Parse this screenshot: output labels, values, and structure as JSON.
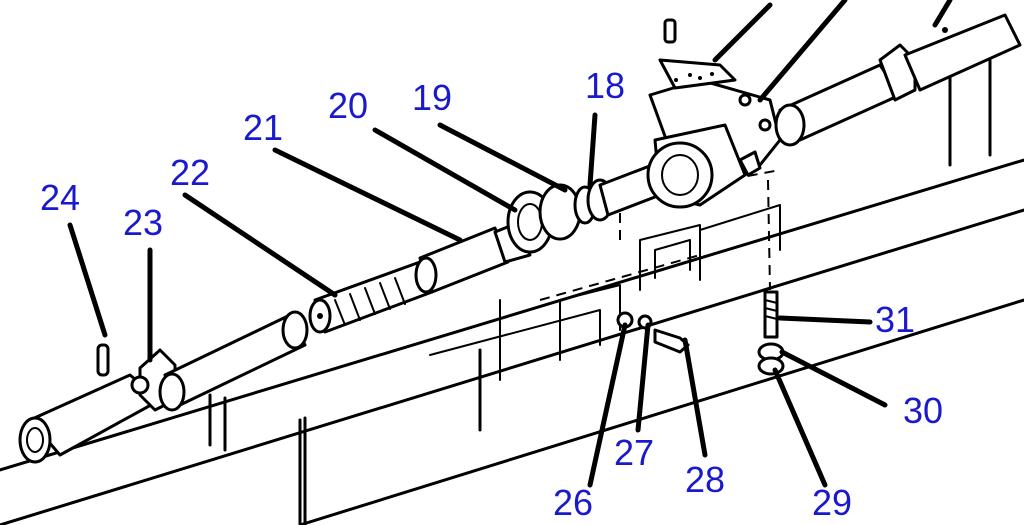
{
  "callouts": [
    {
      "id": "18",
      "label": "18"
    },
    {
      "id": "19",
      "label": "19"
    },
    {
      "id": "20",
      "label": "20"
    },
    {
      "id": "21",
      "label": "21"
    },
    {
      "id": "22",
      "label": "22"
    },
    {
      "id": "23",
      "label": "23"
    },
    {
      "id": "24",
      "label": "24"
    },
    {
      "id": "26",
      "label": "26"
    },
    {
      "id": "27",
      "label": "27"
    },
    {
      "id": "28",
      "label": "28"
    },
    {
      "id": "29",
      "label": "29"
    },
    {
      "id": "30",
      "label": "30"
    },
    {
      "id": "31",
      "label": "31"
    }
  ],
  "colors": {
    "callout_text": "#1a1acc",
    "line_art": "#000000",
    "background": "#ffffff"
  }
}
